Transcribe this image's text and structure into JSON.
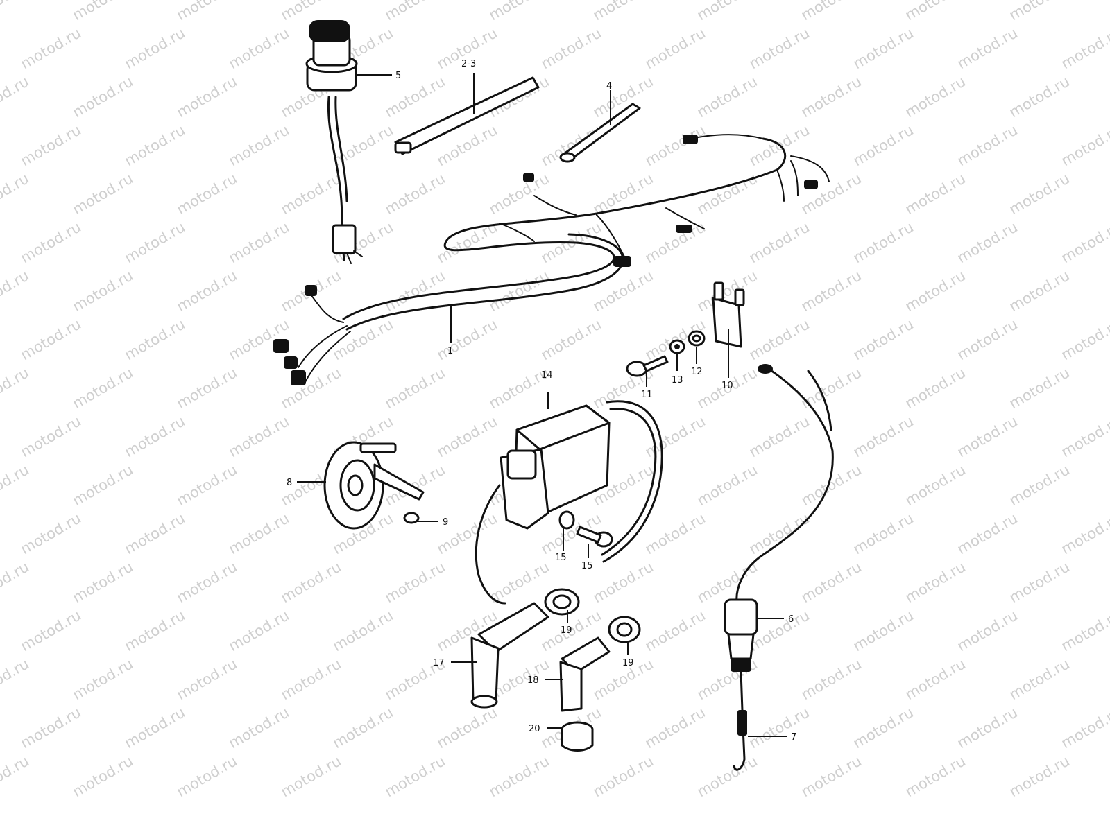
{
  "watermark": {
    "text": "motod.ru",
    "color": "#cfcfcf"
  },
  "callouts": {
    "c1": "1",
    "c2_3": "2-3",
    "c4": "4",
    "c5_top": "5",
    "c6": "6",
    "c7": "7",
    "c8": "8",
    "c9": "9",
    "c10": "10",
    "c11": "11",
    "c12": "12",
    "c13_small": "13",
    "c14": "14",
    "c15_left": "15",
    "c15_right": "15",
    "c17": "17",
    "c18": "18",
    "c19_left": "19",
    "c19_right": "19",
    "c20": "20"
  }
}
